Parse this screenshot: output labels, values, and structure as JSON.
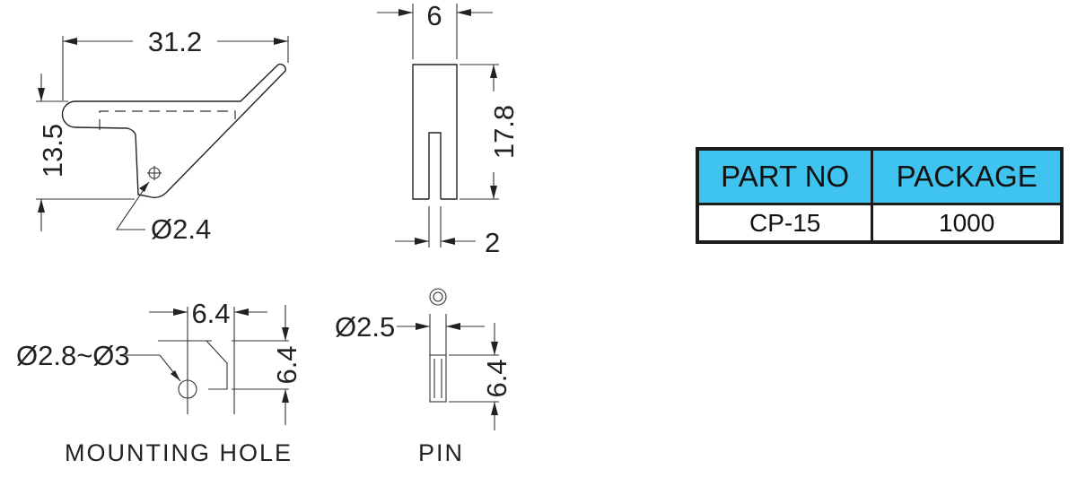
{
  "side_view": {
    "width_dim": "31.2",
    "height_dim": "13.5",
    "hole_dim": "Ø2.4"
  },
  "front_view": {
    "width_dim": "6",
    "height_dim": "17.8",
    "slot_dim": "2"
  },
  "mounting_hole": {
    "caption": "MOUNTING HOLE",
    "spacing_h_dim": "6.4",
    "spacing_v_dim": "6.4",
    "hole_dim": "Ø2.8~Ø3"
  },
  "pin": {
    "caption": "PIN",
    "diameter_dim": "Ø2.5",
    "length_dim": "6.4"
  },
  "spec_table": {
    "headers": [
      "PART NO",
      "PACKAGE"
    ],
    "rows": [
      [
        "CP-15",
        "1000"
      ]
    ],
    "header_color": "#3fc4ef"
  }
}
